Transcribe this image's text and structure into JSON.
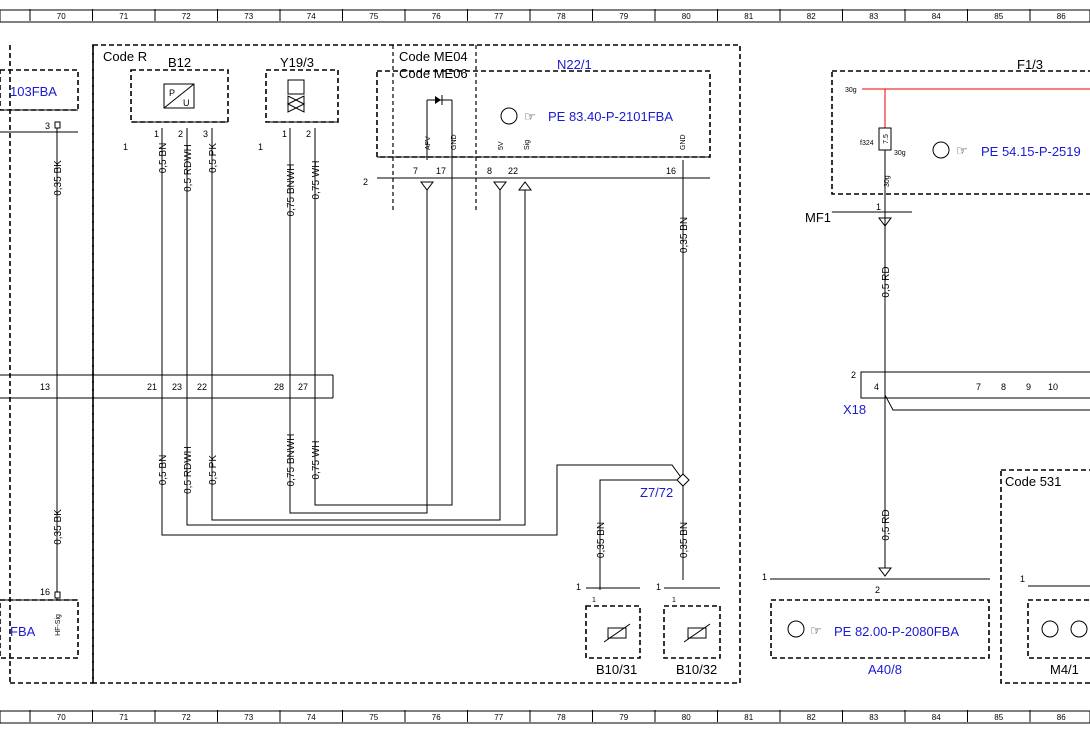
{
  "ruler": [
    "70",
    "71",
    "72",
    "73",
    "74",
    "75",
    "76",
    "77",
    "78",
    "79",
    "80",
    "81",
    "82",
    "83",
    "84",
    "85",
    "86"
  ],
  "components": {
    "b12": {
      "name": "B12",
      "glyph_p": "P",
      "glyph_u": "U",
      "pins": [
        "1",
        "2",
        "3"
      ]
    },
    "y19_3": {
      "name": "Y19/3",
      "pins": [
        "1",
        "2"
      ]
    },
    "n22_1": {
      "name": "N22/1",
      "ref": "PE 83.40-P-2101FBA",
      "pin_labels": [
        "AFV",
        "GND",
        "5V",
        "Sig",
        "GND"
      ],
      "pins": [
        "7",
        "17",
        "8",
        "22",
        "16"
      ]
    },
    "f1_3": {
      "name": "F1/3",
      "ref": "PE 54.15-P-2519",
      "fuse": "f324",
      "fuse_val": "7.5",
      "term": "30g",
      "pin": "1"
    },
    "x18": {
      "name": "X18",
      "pins": [
        "4",
        "7",
        "8",
        "9",
        "10"
      ]
    },
    "a40_8": {
      "name": "A40/8",
      "ref": "PE 82.00-P-2080FBA",
      "pin": "2"
    },
    "b10_31": {
      "name": "B10/31",
      "pin": "1"
    },
    "b10_32": {
      "name": "B10/32",
      "pin": "1"
    },
    "m4": {
      "name": "M4/1"
    },
    "z7_72": {
      "name": "Z7/72"
    },
    "left_top": {
      "ref": "103FBA",
      "pin": "3"
    },
    "left_bottom": {
      "ref": "FBA",
      "pin": "16",
      "pin_label": "HF-Sig"
    }
  },
  "codes": {
    "r": "Code R",
    "me04": "Code ME04",
    "me06": "Code ME06",
    "c531": "Code 531"
  },
  "side_marks": {
    "one": "1",
    "two": "2",
    "mf1": "MF1"
  },
  "connector_mid": {
    "pins": [
      "13",
      "21",
      "23",
      "22",
      "28",
      "27"
    ]
  },
  "wires": {
    "bk": "0,35 BK",
    "bn": "0,5 BN",
    "rdwh": "0,5 RDWH",
    "pk": "0,5 PK",
    "bnwh": "0,75 BNWH",
    "wh": "0,75 WH",
    "bn035": "0,35 BN",
    "rd": "0,5 RD"
  }
}
